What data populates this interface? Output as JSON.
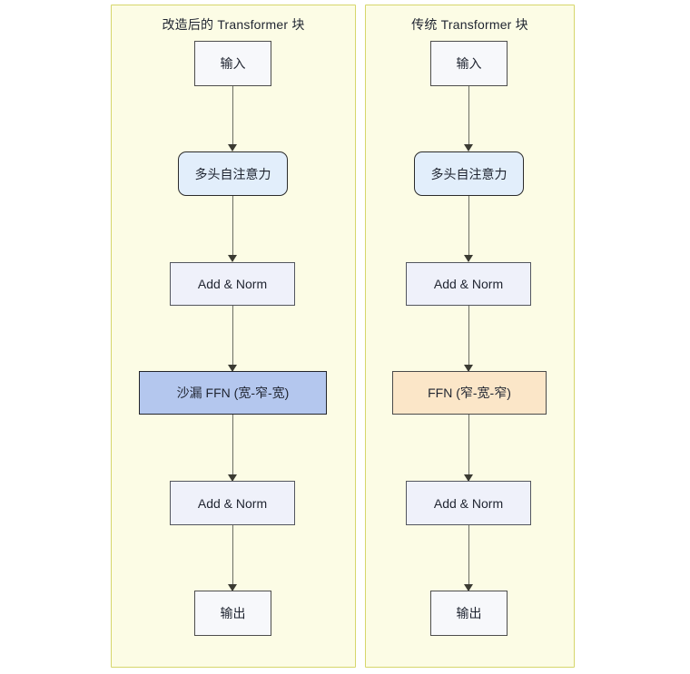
{
  "diagram": {
    "type": "flowchart-comparison",
    "panels": [
      {
        "id": "modified",
        "title": "改造后的 Transformer 块",
        "nodes": [
          {
            "label": "输入",
            "shape": "rect",
            "fill": "#f7f8fb"
          },
          {
            "label": "多头自注意力",
            "shape": "rounded-rect",
            "fill": "#e2eefb"
          },
          {
            "label": "Add & Norm",
            "shape": "rect",
            "fill": "#eff1fa"
          },
          {
            "label": "沙漏 FFN (宽-窄-宽)",
            "shape": "rect",
            "fill": "#b4c7ee"
          },
          {
            "label": "Add & Norm",
            "shape": "rect",
            "fill": "#eff1fa"
          },
          {
            "label": "输出",
            "shape": "rect",
            "fill": "#f7f8fb"
          }
        ]
      },
      {
        "id": "traditional",
        "title": "传统 Transformer 块",
        "nodes": [
          {
            "label": "输入",
            "shape": "rect",
            "fill": "#f7f8fb"
          },
          {
            "label": "多头自注意力",
            "shape": "rounded-rect",
            "fill": "#e2eefb"
          },
          {
            "label": "Add & Norm",
            "shape": "rect",
            "fill": "#eff1fa"
          },
          {
            "label": "FFN (窄-宽-窄)",
            "shape": "rect",
            "fill": "#fbe6c8"
          },
          {
            "label": "Add & Norm",
            "shape": "rect",
            "fill": "#eff1fa"
          },
          {
            "label": "输出",
            "shape": "rect",
            "fill": "#f7f8fb"
          }
        ]
      }
    ],
    "colors": {
      "panel_background": "#fcfce5",
      "panel_border": "#d6d66b",
      "edge": "#6b6d62",
      "arrowhead": "#3b3b33",
      "highlight_ffn_modified": "#b4c7ee",
      "highlight_ffn_traditional": "#fbe6c8",
      "attention_fill": "#e2eefb",
      "addnorm_fill": "#eff1fa",
      "io_fill": "#f7f8fb",
      "text": "#1f2430"
    }
  }
}
